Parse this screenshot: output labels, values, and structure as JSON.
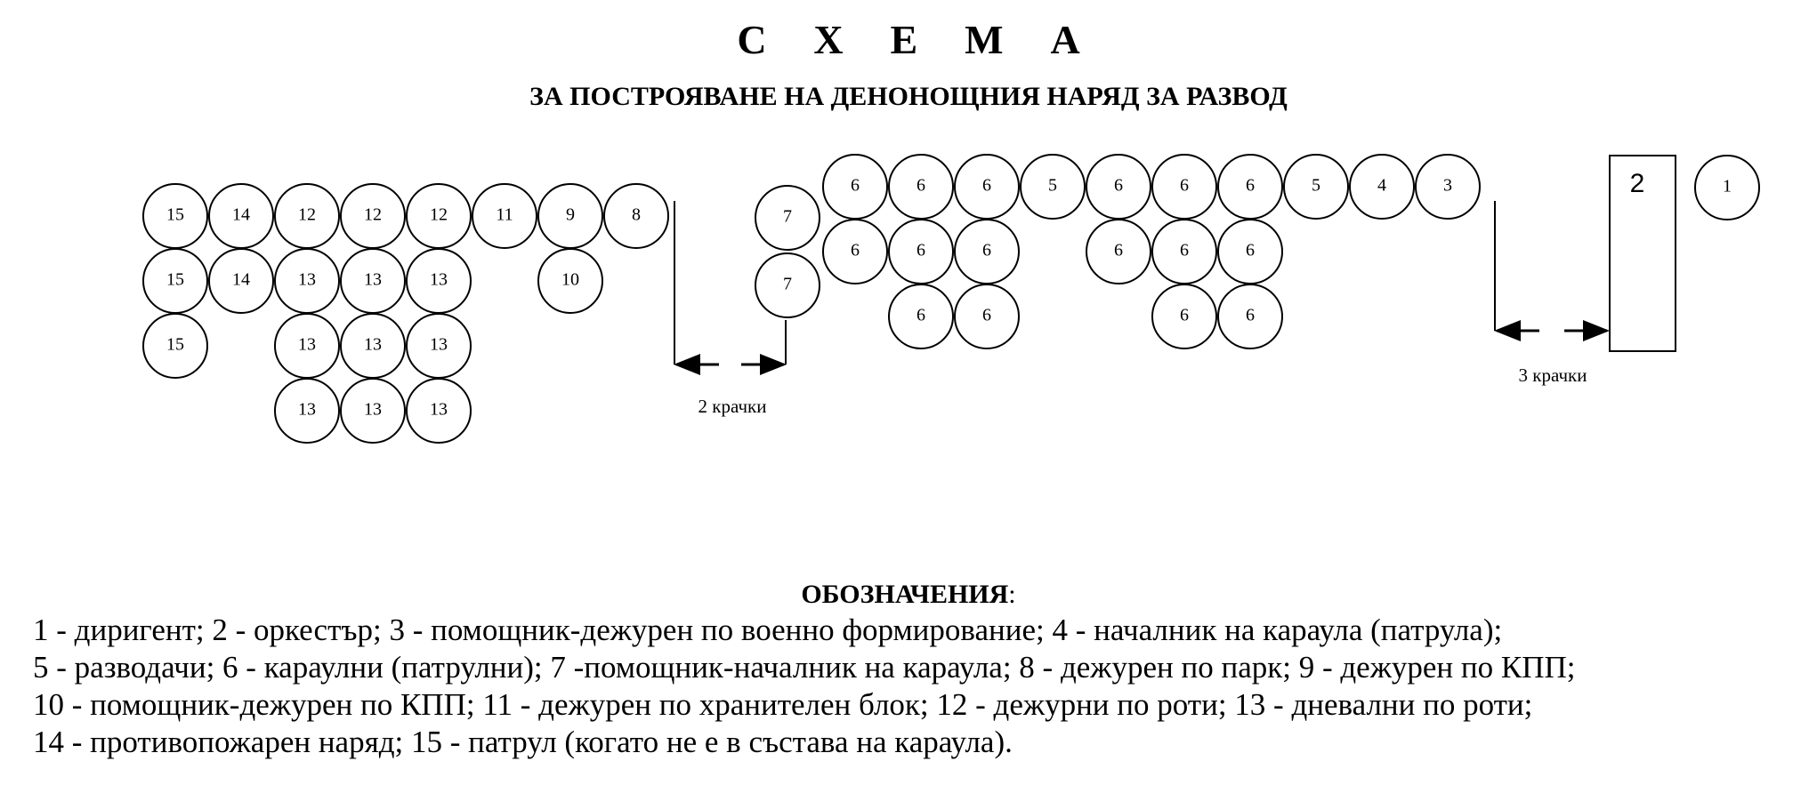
{
  "title": "С Х Е М А",
  "subtitle": "ЗА ПОСТРОЯВАНЕ НА ДЕНОНОЩНИЯ НАРЯД ЗА РАЗВОД",
  "diagram": {
    "positions": [
      {
        "label": "15",
        "row": 0,
        "col": 0
      },
      {
        "label": "14",
        "row": 0,
        "col": 1
      },
      {
        "label": "12",
        "row": 0,
        "col": 2
      },
      {
        "label": "12",
        "row": 0,
        "col": 3
      },
      {
        "label": "12",
        "row": 0,
        "col": 4
      },
      {
        "label": "11",
        "row": 0,
        "col": 5
      },
      {
        "label": "9",
        "row": 0,
        "col": 6
      },
      {
        "label": "8",
        "row": 0,
        "col": 7
      },
      {
        "label": "15",
        "row": 1,
        "col": 0
      },
      {
        "label": "14",
        "row": 1,
        "col": 1
      },
      {
        "label": "13",
        "row": 1,
        "col": 2
      },
      {
        "label": "13",
        "row": 1,
        "col": 3
      },
      {
        "label": "13",
        "row": 1,
        "col": 4
      },
      {
        "label": "10",
        "row": 1,
        "col": 6
      },
      {
        "label": "15",
        "row": 2,
        "col": 0
      },
      {
        "label": "13",
        "row": 2,
        "col": 2
      },
      {
        "label": "13",
        "row": 2,
        "col": 3
      },
      {
        "label": "13",
        "row": 2,
        "col": 4
      },
      {
        "label": "13",
        "row": 3,
        "col": 2
      },
      {
        "label": "13",
        "row": 3,
        "col": 3
      },
      {
        "label": "13",
        "row": 3,
        "col": 4
      }
    ],
    "assistant_positions": [
      {
        "label": "7",
        "row": 0
      },
      {
        "label": "7",
        "row": 1
      }
    ],
    "guard_positions": [
      {
        "label": "6",
        "row": 0,
        "col": 0
      },
      {
        "label": "6",
        "row": 0,
        "col": 1
      },
      {
        "label": "6",
        "row": 0,
        "col": 2
      },
      {
        "label": "5",
        "row": 0,
        "col": 3
      },
      {
        "label": "6",
        "row": 0,
        "col": 4
      },
      {
        "label": "6",
        "row": 0,
        "col": 5
      },
      {
        "label": "6",
        "row": 0,
        "col": 6
      },
      {
        "label": "5",
        "row": 0,
        "col": 7
      },
      {
        "label": "4",
        "row": 0,
        "col": 8
      },
      {
        "label": "3",
        "row": 0,
        "col": 9
      },
      {
        "label": "6",
        "row": 1,
        "col": 0
      },
      {
        "label": "6",
        "row": 1,
        "col": 1
      },
      {
        "label": "6",
        "row": 1,
        "col": 2
      },
      {
        "label": "6",
        "row": 1,
        "col": 4
      },
      {
        "label": "6",
        "row": 1,
        "col": 5
      },
      {
        "label": "6",
        "row": 1,
        "col": 6
      },
      {
        "label": "6",
        "row": 2,
        "col": 1
      },
      {
        "label": "6",
        "row": 2,
        "col": 2
      },
      {
        "label": "6",
        "row": 2,
        "col": 5
      },
      {
        "label": "6",
        "row": 2,
        "col": 6
      }
    ],
    "orchestra_label": "2",
    "conductor_label": "1",
    "distance_left": "2 крачки",
    "distance_right": "3 крачки"
  },
  "legend_heading": "ОБОЗНАЧЕНИЯ",
  "legend_colon": ":",
  "legend_lines": [
    "1 - диригент; 2 - оркестър; 3 - помощник-дежурен по военно формирование; 4 - началник на караула (патрула);",
    "5 - разводачи; 6 - караулни (патрулни); 7 -помощник-началник на караула; 8 - дежурен по парк; 9 - дежурен по КПП;",
    "10 - помощник-дежурен по КПП; 11 - дежурен по хранителен блок; 12 - дежурни по роти; 13 - дневални по роти;",
    "14 - противопожарен наряд; 15 - патрул (когато не е в състава на караула)."
  ]
}
